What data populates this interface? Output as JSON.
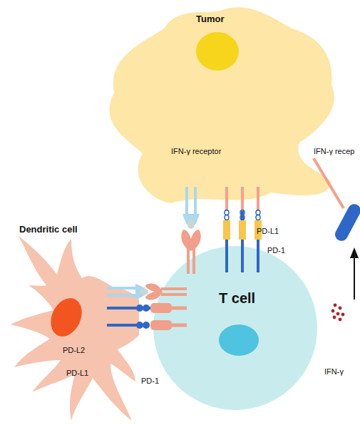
{
  "diagram": {
    "nodes": [
      {
        "text": [
          "Tumor",
          "IFN-γ receptor"
        ]
      },
      {
        "text": [
          "Dendritic cell",
          "PD-L2",
          "PD-L1"
        ]
      },
      {
        "text": [
          "T cell"
        ]
      }
    ],
    "edges": [
      {
        "from": 0,
        "to": 2,
        "arrow": "none"
      },
      {
        "from": 1,
        "to": 2,
        "arrow": "none"
      }
    ],
    "labels": [
      "IFN-γ recep",
      "PD-L1",
      "PD-1",
      "PD-1",
      "IFN-γ"
    ]
  }
}
